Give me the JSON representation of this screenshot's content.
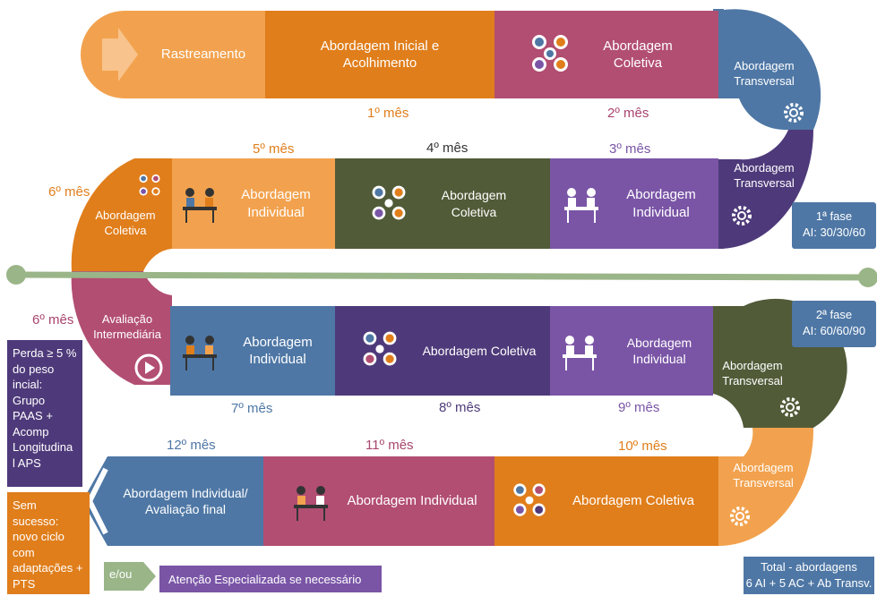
{
  "header_text": "",
  "row1": {
    "rastreamento": "Rastreamento",
    "abordagem_inicial": "Abordagem Inicial e Acolhimento",
    "abordagem_coletiva": "Abordagem Coletiva"
  },
  "transversal_label": "Abordagem Transversal",
  "row2": {
    "abordagem_individual_5": "Abordagem Individual",
    "abordagem_coletiva_4": "Abordagem Coletiva",
    "abordagem_individual_3": "Abordagem Individual"
  },
  "left_coletiva": "Abordagem Coletiva",
  "avaliacao": "Avaliação Intermediária",
  "row3": {
    "abordagem_individual_7": "Abordagem Individual",
    "abordagem_coletiva_8": "Abordagem Coletiva",
    "abordagem_individual_9": "Abordagem Individual"
  },
  "row4": {
    "abordagem_final": "Abordagem Individual/ Avaliação final",
    "abordagem_individual_11": "Abordagem Individual",
    "abordagem_coletiva_10": "Abordagem Coletiva"
  },
  "months": {
    "m1": "1º mês",
    "m2": "2º mês",
    "m3": "3º mês",
    "m4": "4º mês",
    "m5": "5º mês",
    "m6a": "6º mês",
    "m6b": "6º mês",
    "m7": "7º mês",
    "m8": "8º mês",
    "m9": "9º mês",
    "m10": "10º mês",
    "m11": "11º mês",
    "m12": "12º mês"
  },
  "fase1": {
    "line1": "1ª fase",
    "line2": "AI: 30/30/60"
  },
  "fase2": {
    "line1": "2ª fase",
    "line2": "AI: 60/60/90"
  },
  "perda_note": "Perda ≥ 5 % do peso incial: Grupo PAAS + Acomp Longitudina l APS",
  "sem_sucesso_note": "Sem sucesso: novo ciclo com adaptações + PTS",
  "eou": "e/ou",
  "atencao": "Atenção Especializada se necessário",
  "total": {
    "line1": "Total - abordagens",
    "line2": "6 AI + 5 AC + Ab Transv."
  },
  "colors": {
    "orange": "#E07E1B",
    "light_orange": "#F2A24E",
    "pink": "#B24E72",
    "steel_blue": "#4E77A5",
    "dark_purple": "#4E3A7A",
    "violet": "#7A55A6",
    "olive": "#515B38",
    "track": "#9AB588",
    "magenta_text": "#A8456D"
  }
}
